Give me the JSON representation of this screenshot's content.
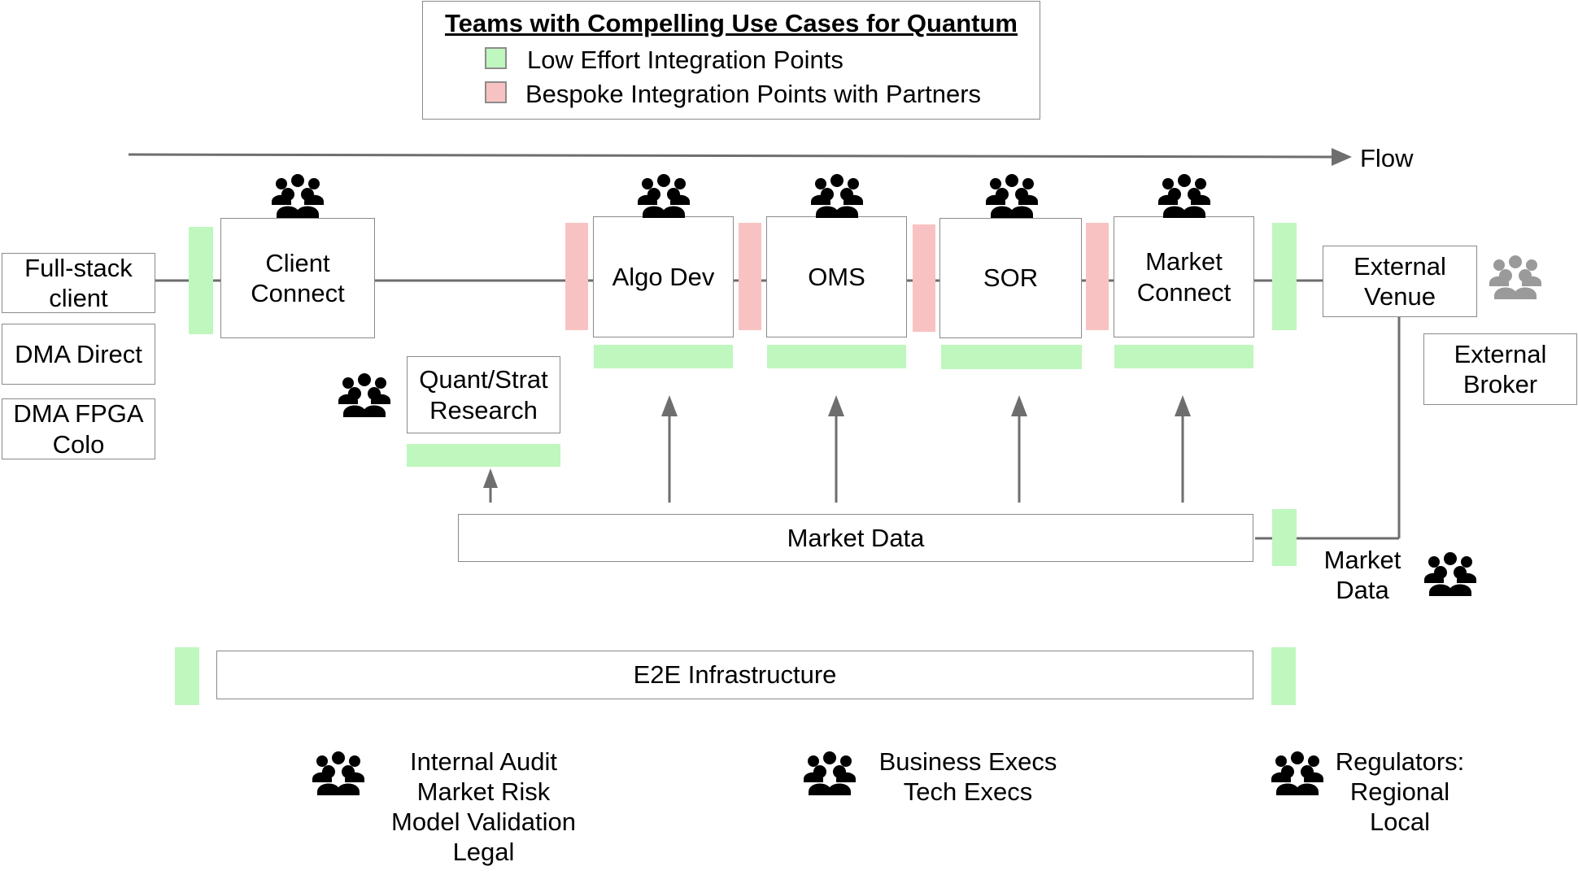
{
  "legend": {
    "title": "Teams with Compelling Use Cases for Quantum",
    "low_effort": "Low Effort Integration Points",
    "bespoke": "Bespoke Integration Points with Partners",
    "low_effort_color": "#bff7bf",
    "bespoke_color": "#f9c2c2"
  },
  "flow_label": "Flow",
  "clients": {
    "full_stack": "Full-stack\nclient",
    "dma_direct": "DMA Direct",
    "dma_fpga": "DMA FPGA\nColo"
  },
  "components": {
    "client_connect": "Client\nConnect",
    "algo_dev": "Algo Dev",
    "oms": "OMS",
    "sor": "SOR",
    "market_connect": "Market\nConnect",
    "quant_research": "Quant/Strat\nResearch",
    "market_data": "Market Data",
    "e2e_infra": "E2E Infrastructure"
  },
  "external": {
    "venue": "External\nVenue",
    "broker": "External\nBroker",
    "market_data": "Market\nData"
  },
  "teams": {
    "group1": "Internal Audit\nMarket Risk\nModel Validation\nLegal",
    "group2": "Business Execs\nTech Execs",
    "group3": "Regulators:\nRegional\nLocal"
  },
  "colors": {
    "team_icon": "#000000",
    "external_team_icon": "#9a9a9a",
    "line": "#6e6e6e"
  }
}
